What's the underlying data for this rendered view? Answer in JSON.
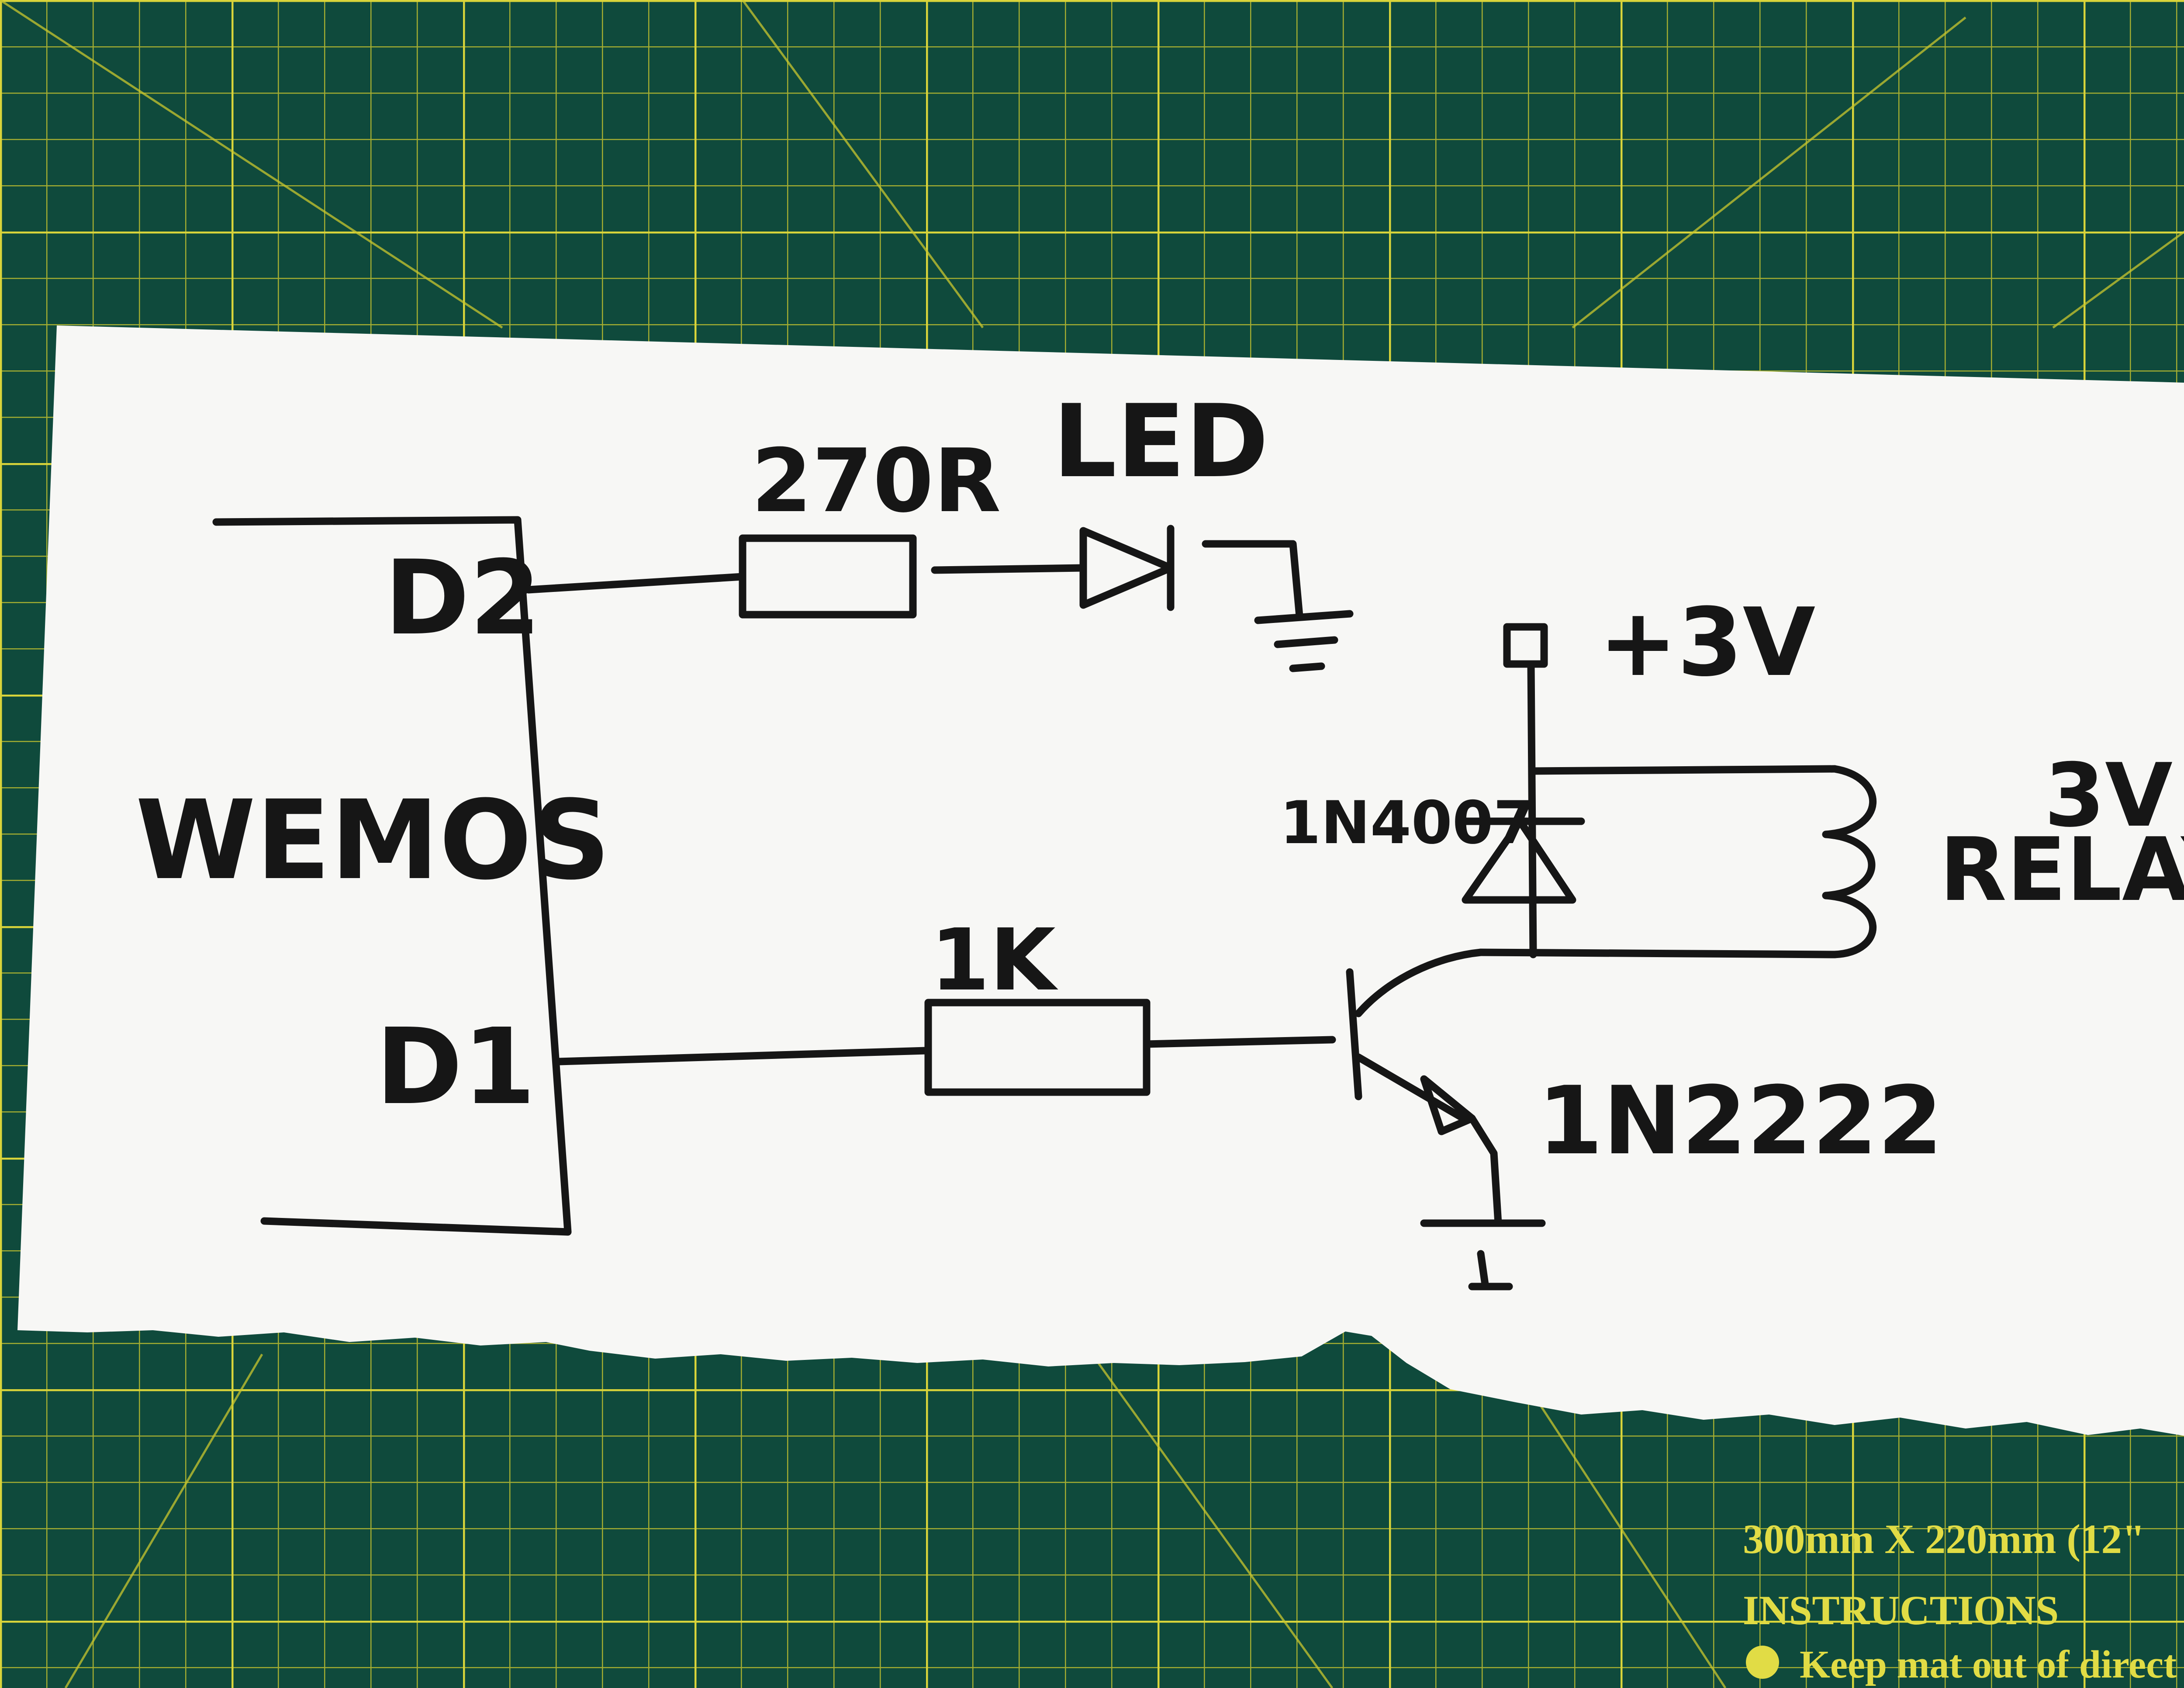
{
  "schematic": {
    "module_label": "WEMOS",
    "pin_d2": "D2",
    "pin_d1": "D1",
    "resistor_led": "270R",
    "led": "LED",
    "supply": "+3V",
    "flyback_diode": "1N4007",
    "relay_voltage": "3V",
    "relay": "RELAY",
    "resistor_base": "1K",
    "transistor": "1N2222"
  },
  "mat": {
    "size": "300mm X 220mm (12\"",
    "heading": "INSTRUCTIONS",
    "bullet_1": "Keep mat out of direct"
  },
  "colors": {
    "mat_green": "#0f4a3c",
    "grid_yellow": "#c9c62e",
    "paper": "#f7f7f5",
    "ink": "#161616"
  }
}
